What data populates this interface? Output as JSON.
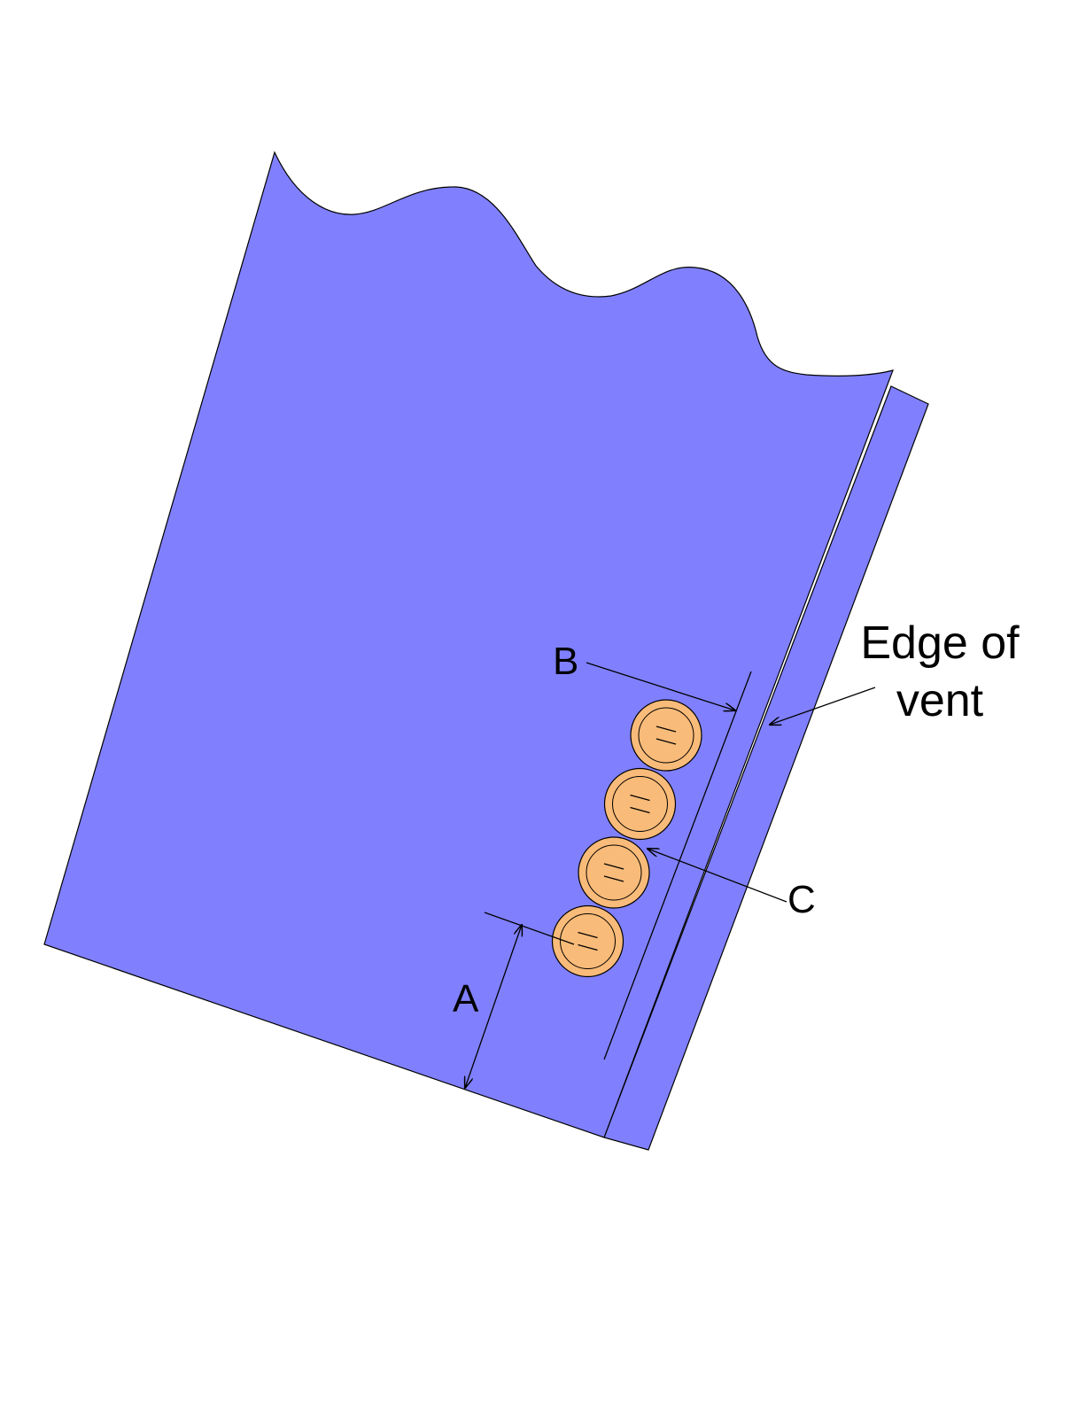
{
  "diagram": {
    "labels": {
      "a": "A",
      "b": "B",
      "c": "C",
      "edge_line1": "Edge of",
      "edge_line2": "vent"
    },
    "colors": {
      "sleeve": "#8080ff",
      "button": "#f9bb79",
      "outline": "#000000",
      "background": "#ffffff"
    },
    "button_count": 4
  }
}
